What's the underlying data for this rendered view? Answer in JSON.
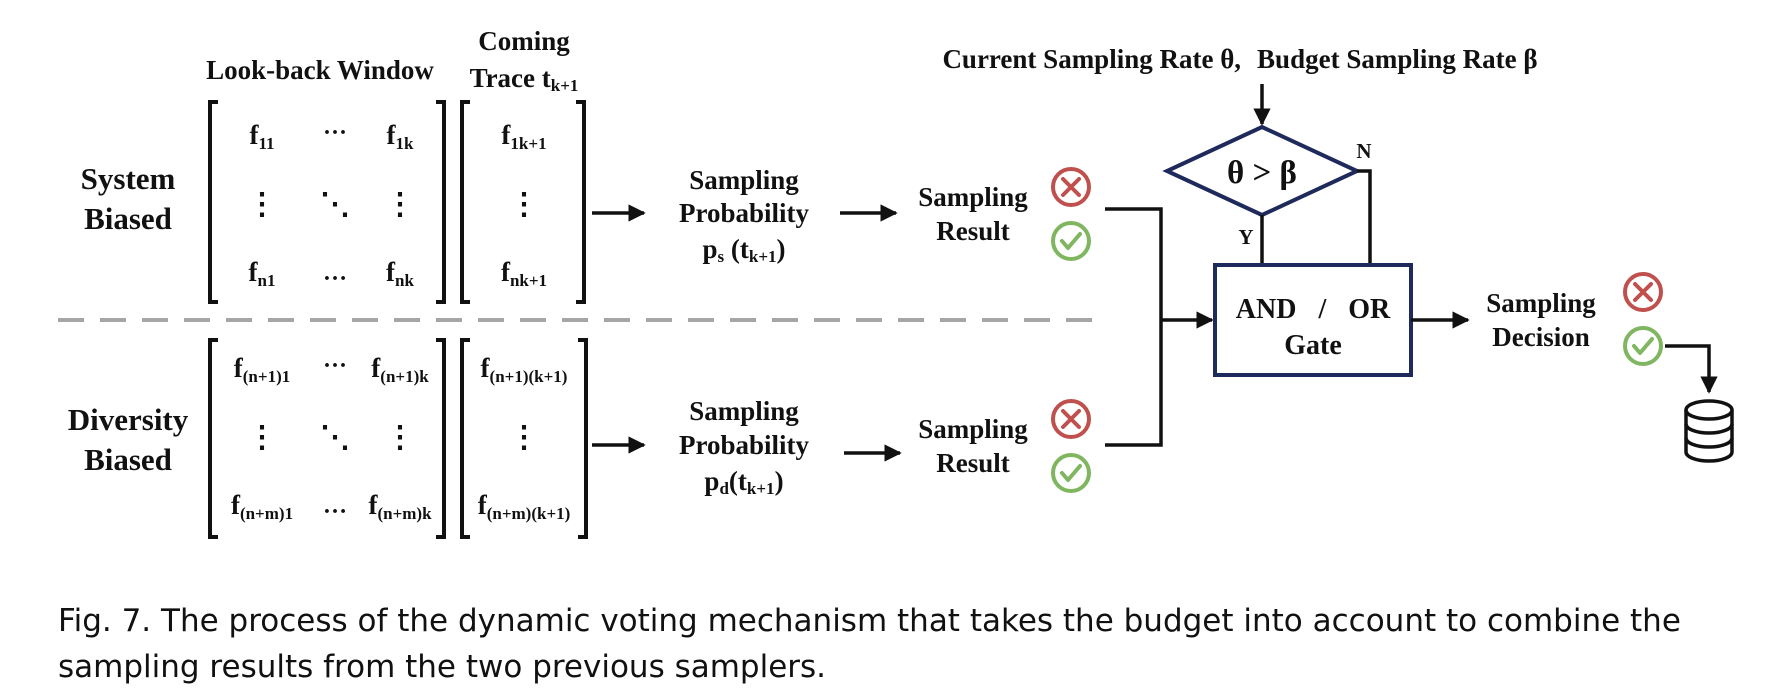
{
  "header": {
    "lookback": "Look-back Window",
    "coming_line1": "Coming",
    "coming_line2": "Trace t",
    "coming_sub": "k+1",
    "rates_current": "Current Sampling Rate θ",
    "rates_separator": ",",
    "rates_budget": "Budget Sampling Rate β"
  },
  "system": {
    "label_line1": "System",
    "label_line2": "Biased",
    "matrix": {
      "r1c1_base": "f",
      "r1c1_sub": "11",
      "r1c3_base": "f",
      "r1c3_sub": "1k",
      "r3c1_base": "f",
      "r3c1_sub": "n1",
      "r3c3_base": "f",
      "r3c3_sub": "nk",
      "hdots": "···",
      "ldots": "…",
      "vdots": "⋮",
      "ddots": "⋱"
    },
    "trace": {
      "top_base": "f",
      "top_sub": "1k+1",
      "bottom_base": "f",
      "bottom_sub": "nk+1"
    },
    "probability": {
      "line1": "Sampling",
      "line2": "Probability",
      "p_base": "p",
      "p_sub": "s",
      "p_arg": " (t",
      "p_arg_sub": "k+1",
      "p_close": ")"
    },
    "result": {
      "line1": "Sampling",
      "line2": "Result"
    }
  },
  "diversity": {
    "label_line1": "Diversity",
    "label_line2": "Biased",
    "matrix": {
      "r1c1_base": "f",
      "r1c1_sub": "(n+1)1",
      "r1c3_base": "f",
      "r1c3_sub": "(n+1)k",
      "r3c1_base": "f",
      "r3c1_sub": "(n+m)1",
      "r3c3_base": "f",
      "r3c3_sub": "(n+m)k",
      "hdots": "···",
      "ldots": "…",
      "vdots": "⋮",
      "ddots": "⋱"
    },
    "trace": {
      "top_base": "f",
      "top_sub": "(n+1)(k+1)",
      "bottom_base": "f",
      "bottom_sub": "(n+m)(k+1)"
    },
    "probability": {
      "line1": "Sampling",
      "line2": "Probability",
      "p_base": "p",
      "p_sub": "d",
      "p_arg": "(t",
      "p_arg_sub": "k+1",
      "p_close": ")"
    },
    "result": {
      "line1": "Sampling",
      "line2": "Result"
    }
  },
  "decision_diamond": {
    "condition": "θ > β",
    "yes": "Y",
    "no": "N"
  },
  "gate": {
    "left": "AND",
    "slash": "/",
    "right": "OR",
    "line2": "Gate"
  },
  "decision": {
    "line1": "Sampling",
    "line2": "Decision"
  },
  "icons": {
    "reject": "x-circle-icon",
    "accept": "check-circle-icon",
    "storage": "database-icon"
  },
  "colors": {
    "reject": "#c0504d",
    "accept": "#7fb65f",
    "box_border": "#1f2a5c",
    "divider": "#a6a6a6"
  },
  "caption": "Fig. 7.  The process of the dynamic voting mechanism that takes the budget into account to combine the sampling results from the two previous samplers."
}
